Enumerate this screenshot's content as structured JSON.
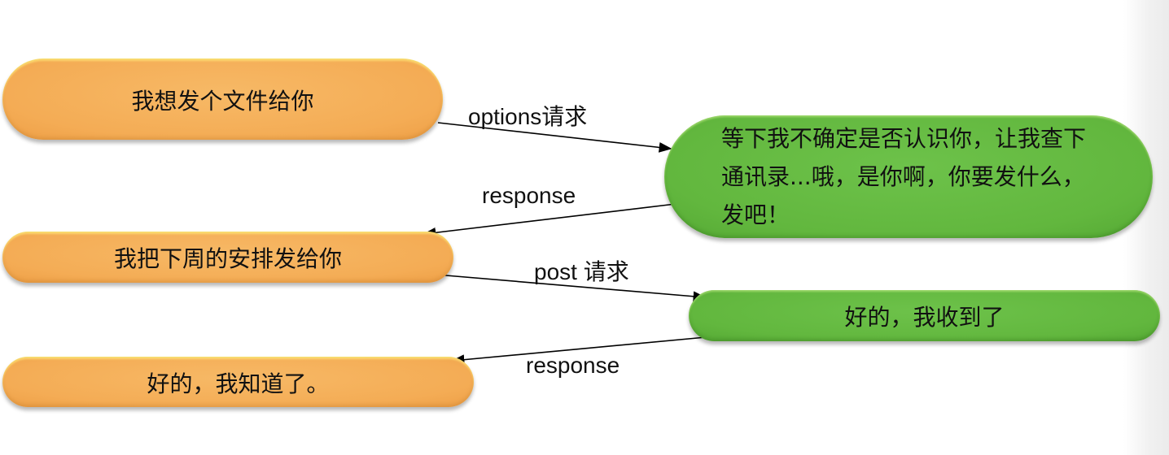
{
  "nodes": {
    "n1": {
      "text": "我想发个文件给你"
    },
    "n2": {
      "text": "等下我不确定是否认识你，让我查下通讯录...哦，是你啊，你要发什么，发吧！"
    },
    "n3": {
      "text": "我把下周的安排发给你"
    },
    "n4": {
      "text": "好的，我收到了"
    },
    "n5": {
      "text": "好的，我知道了。"
    }
  },
  "edges": {
    "e1": {
      "label": "options请求"
    },
    "e2": {
      "label": "response"
    },
    "e3": {
      "label": "post 请求"
    },
    "e4": {
      "label": "response"
    }
  },
  "colors": {
    "client_node": "#f4ac55",
    "server_node": "#62b73e",
    "arrow": "#000000"
  }
}
